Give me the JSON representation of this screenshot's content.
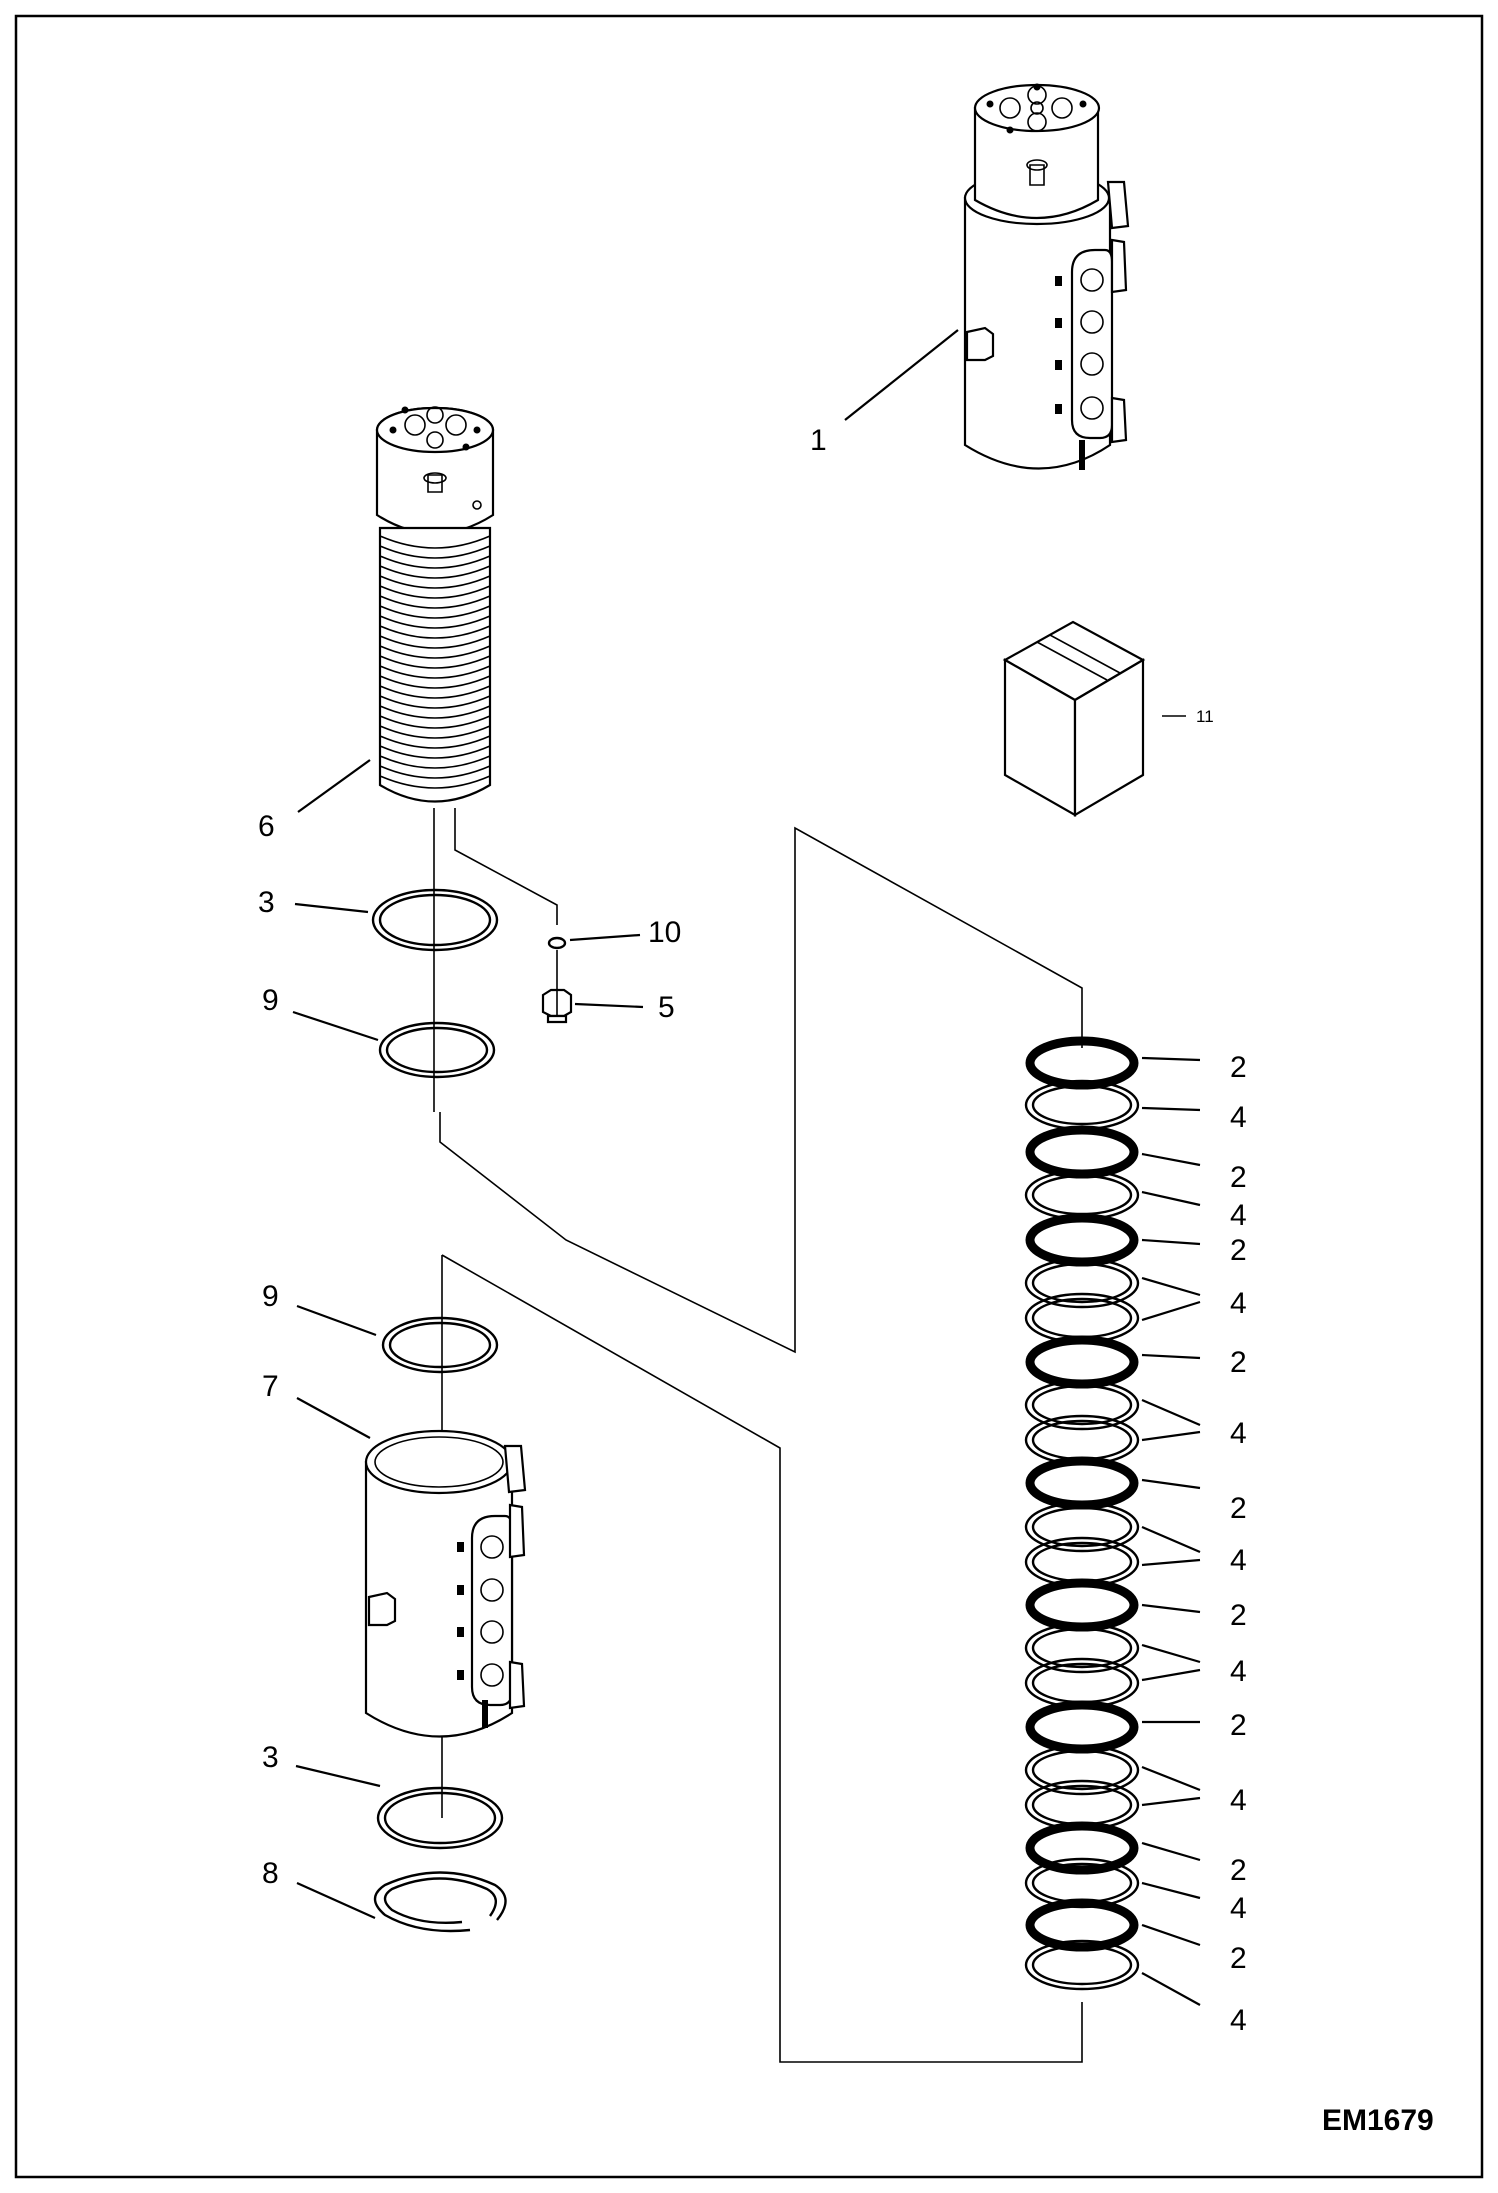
{
  "figure": {
    "code": "EM1679"
  },
  "callouts": {
    "swivel_assembly": "1",
    "ring_2": "2",
    "ring_3": "3",
    "ring_4": "4",
    "fitting_5": "5",
    "shaft_6": "6",
    "housing_7": "7",
    "snap_ring_8": "8",
    "ring_9": "9",
    "oring_10": "10",
    "kit_11": "11"
  }
}
